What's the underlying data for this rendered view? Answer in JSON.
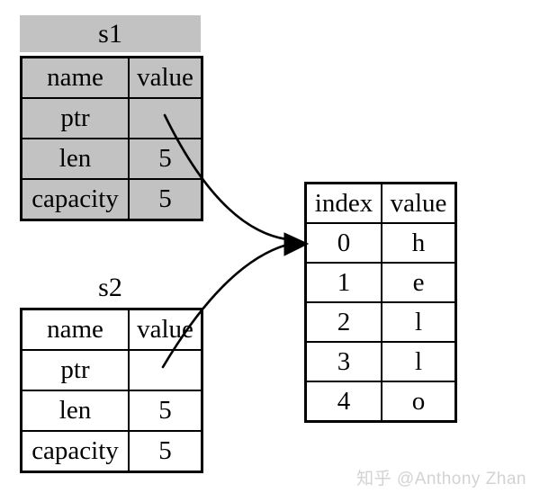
{
  "s1": {
    "title": "s1",
    "columns": [
      "name",
      "value"
    ],
    "rows": [
      [
        "ptr",
        ""
      ],
      [
        "len",
        "5"
      ],
      [
        "capacity",
        "5"
      ]
    ]
  },
  "s2": {
    "title": "s2",
    "columns": [
      "name",
      "value"
    ],
    "rows": [
      [
        "ptr",
        ""
      ],
      [
        "len",
        "5"
      ],
      [
        "capacity",
        "5"
      ]
    ]
  },
  "heap": {
    "columns": [
      "index",
      "value"
    ],
    "rows": [
      [
        "0",
        "h"
      ],
      [
        "1",
        "e"
      ],
      [
        "2",
        "l"
      ],
      [
        "3",
        "l"
      ],
      [
        "4",
        "o"
      ]
    ]
  },
  "watermark": "知乎 @Anthony Zhan",
  "colors": {
    "struct_fill_s1": "#c2c2c2",
    "struct_fill_s2": "#ffffff",
    "border": "#000000",
    "arrow": "#000000",
    "watermark": "#d3d3d3",
    "background": "#ffffff"
  }
}
